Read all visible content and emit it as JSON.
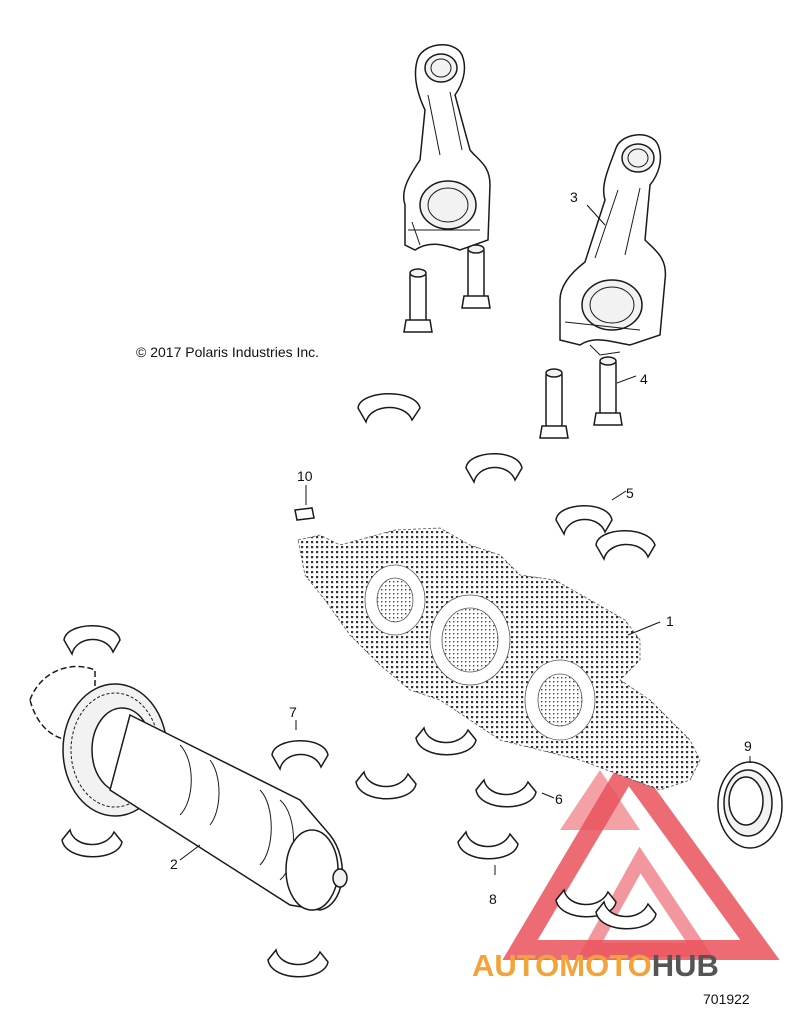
{
  "copyright": "© 2017 Polaris Industries Inc.",
  "doc_number": "701922",
  "callouts": [
    "1",
    "2",
    "3",
    "4",
    "5",
    "6",
    "7",
    "8",
    "9",
    "10"
  ],
  "watermark": {
    "part1": "AUTOMOTO",
    "part2": "HUB",
    "colors": {
      "red": "#e8404a",
      "orange": "#f2a33a",
      "gray": "#555555"
    }
  }
}
